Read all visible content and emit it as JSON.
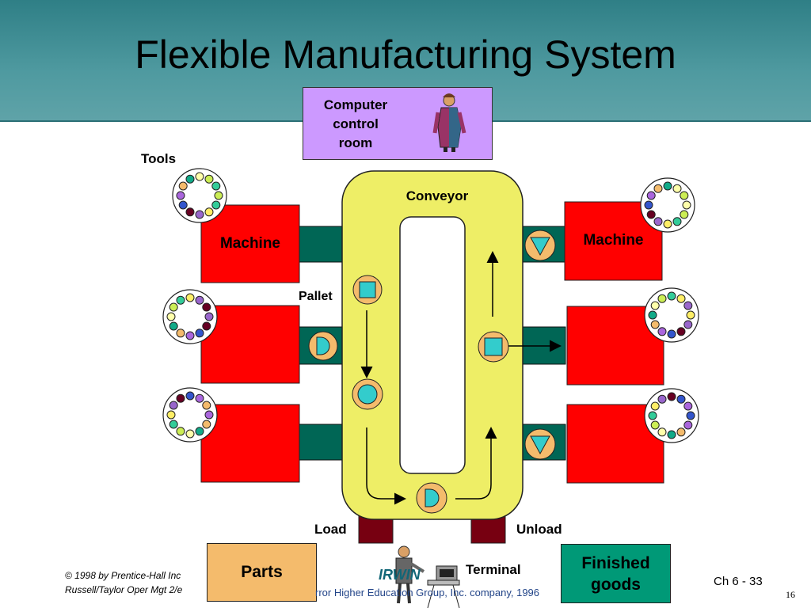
{
  "slide": {
    "title": "Flexible Manufacturing System",
    "page_number": "16",
    "chapter_ref": "Ch 6 - 33"
  },
  "diagram": {
    "computer_room_label": "Computer\ncontrol\nroom",
    "tools_label": "Tools",
    "conveyor_label": "Conveyor",
    "pallet_label": "Pallet",
    "machine_left_label": "Machine",
    "machine_right_label": "Machine",
    "load_label": "Load",
    "unload_label": "Unload",
    "parts_label": "Parts",
    "finished_label": "Finished goods",
    "terminal_label": "Terminal"
  },
  "footer": {
    "copyright_line1": "© 1998 by Prentice-Hall Inc",
    "copyright_line2": "Russell/Taylor  Oper Mgt 2/e",
    "logo_text": "IRWIN",
    "credit_text": "rror Higher Education Group, Inc. company, 1996"
  },
  "colors": {
    "header": "#4f9aa0",
    "machine": "#ff0000",
    "conveyor": "#eeee66",
    "connector": "#006655",
    "computer_room": "#cc99ff",
    "parts": "#f4bb6c",
    "finished": "#009977",
    "pallet": "#f4bb6c",
    "part_shape": "#33cccc",
    "load_dock": "#770011"
  }
}
